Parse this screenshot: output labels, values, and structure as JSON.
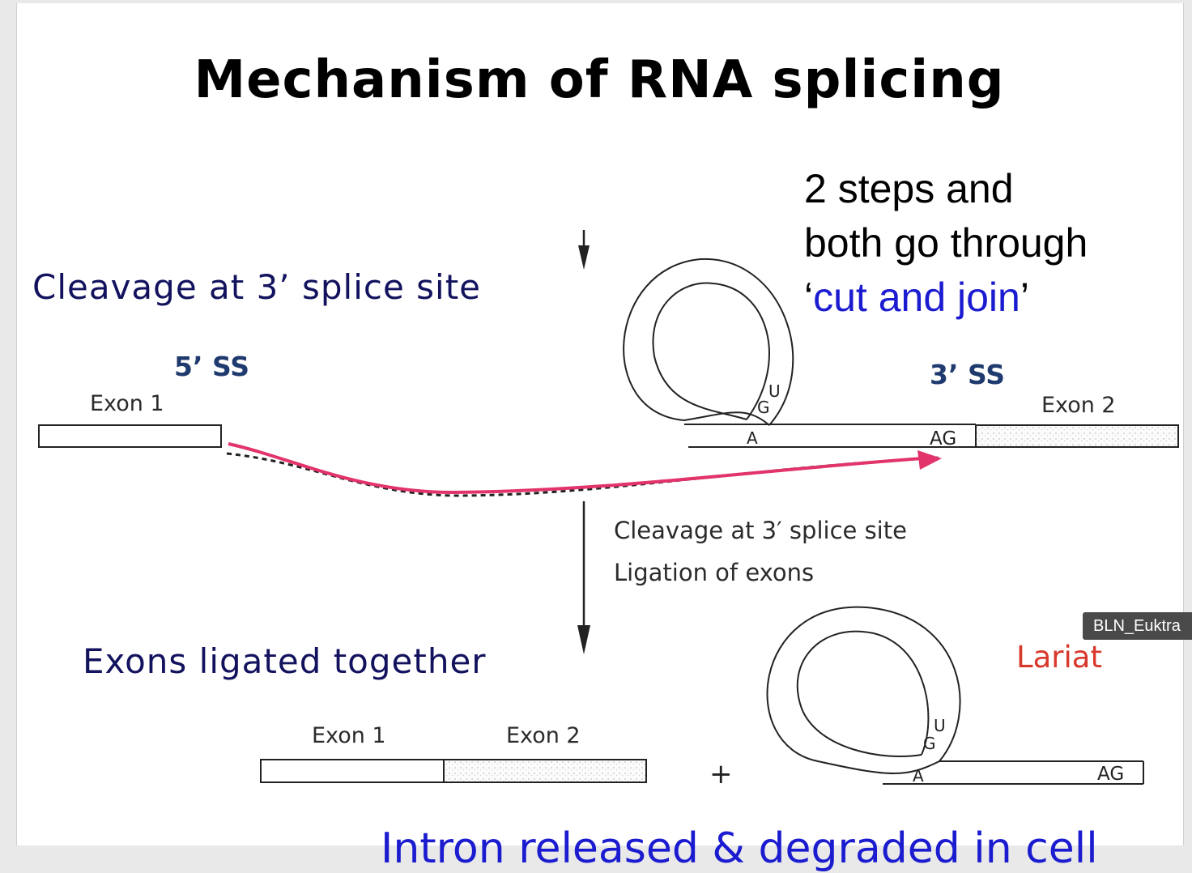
{
  "slide": {
    "title": "Mechanism of RNA splicing",
    "note": {
      "line1": "2 steps and",
      "line2": "both go through",
      "quote_open": "‘",
      "highlight": "cut and join",
      "quote_close": "’"
    },
    "step1_label": "Cleavage at 3’ splice site",
    "step2_label": "Exons ligated together",
    "five_ss": "5’ SS",
    "three_ss": "3’ SS",
    "lariat": "Lariat",
    "cutoff_text": "Intron released & degraded in cell"
  },
  "figure": {
    "exon1_top": "Exon 1",
    "exon2_top": "Exon 2",
    "caption_line1": "Cleavage at 3′ splice site",
    "caption_line2": "Ligation of exons",
    "exon1_bottom": "Exon 1",
    "exon2_bottom": "Exon 2",
    "nuc_u": "U",
    "nuc_g": "G",
    "nuc_a": "A",
    "ag": "AG",
    "plus": "+"
  },
  "overlay": {
    "tag": "BLN_Euktra"
  },
  "colors": {
    "arrow": "#e2336b",
    "note_highlight": "#1b1bd0",
    "step_text": "#12125e",
    "lariat": "#d8392c"
  }
}
